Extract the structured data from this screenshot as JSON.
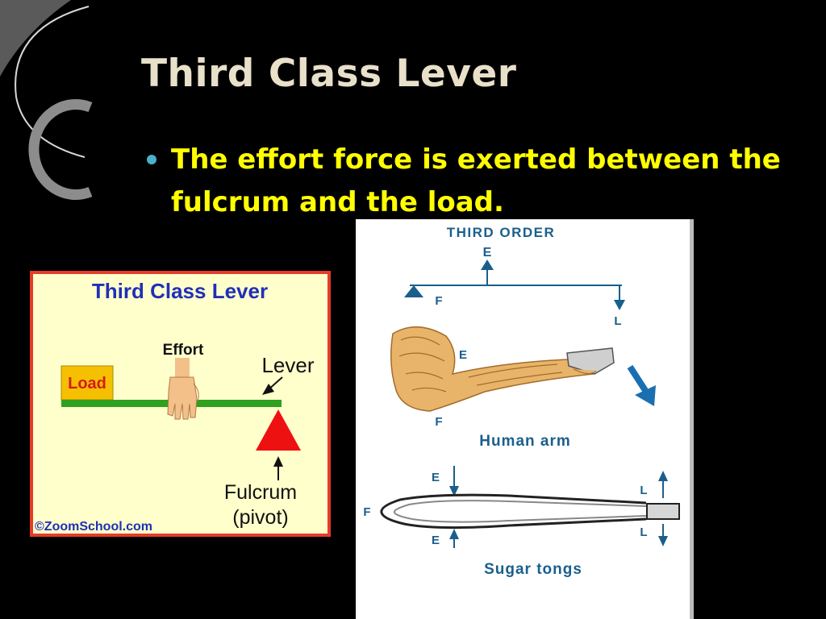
{
  "slide": {
    "title": "Third Class Lever",
    "bullet": "The effort force is exerted between the fulcrum and the load."
  },
  "colors": {
    "background": "#000000",
    "title": "#e8e0c9",
    "bullet_text": "#ffff00",
    "bullet_dot": "#4bb0c8",
    "left_panel_bg": "#ffffcc",
    "left_panel_border": "#e53b2b",
    "left_title": "#1f2fb8",
    "load_box": "#f5c000",
    "load_text": "#d61a1a",
    "lever_bar": "#2fa01f",
    "fulcrum": "#ee1111",
    "right_accent": "#1a5f8c",
    "arm_skin": "#e8b46a"
  },
  "left_diagram": {
    "title": "Third Class Lever",
    "load_label": "Load",
    "effort_label": "Effort",
    "lever_label": "Lever",
    "fulcrum_label": "Fulcrum",
    "pivot_label": "(pivot)",
    "credit": "©ZoomSchool.com"
  },
  "right_diagram": {
    "title": "THIRD ORDER",
    "letter_e": "E",
    "letter_f": "F",
    "letter_l": "L",
    "arm_caption": "Human arm",
    "tongs_caption": "Sugar tongs"
  }
}
